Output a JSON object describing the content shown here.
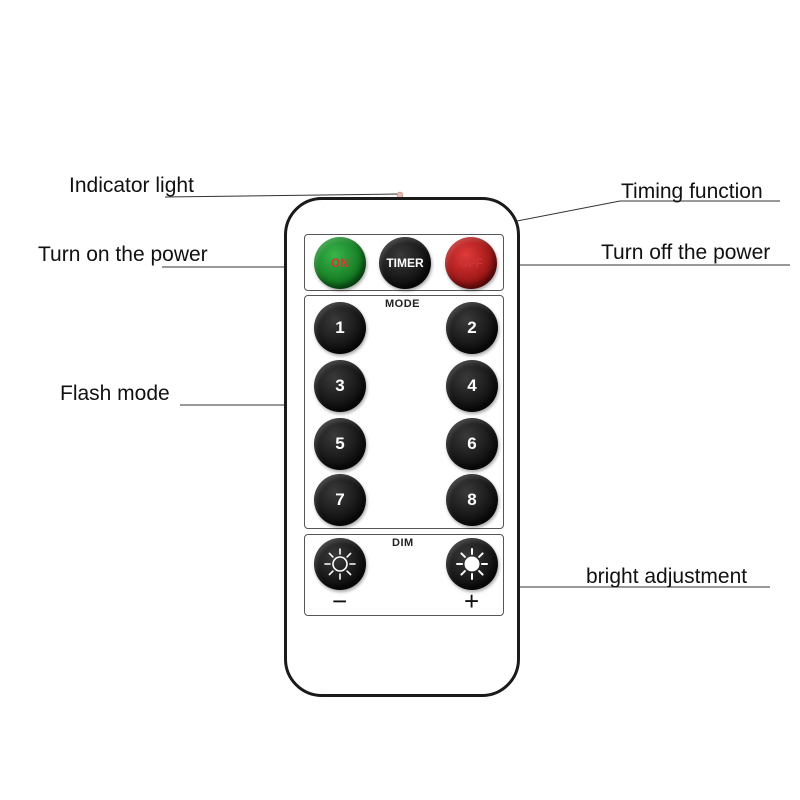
{
  "callouts": {
    "indicator_light": "Indicator light",
    "timing_function": "Timing function",
    "turn_on_power": "Turn on the power",
    "turn_off_power": "Turn off the power",
    "flash_mode": "Flash mode",
    "bright_adjustment": "bright adjustment"
  },
  "remote": {
    "power_buttons": {
      "on_label": "ON",
      "timer_label": "TIMER",
      "off_label": "OFF",
      "on_color": "#1a8f2a",
      "timer_color": "#111111",
      "off_color": "#c81d1d"
    },
    "mode_panel": {
      "title": "MODE",
      "buttons": [
        "1",
        "2",
        "3",
        "4",
        "5",
        "6",
        "7",
        "8"
      ]
    },
    "dim_panel": {
      "title": "DIM",
      "minus_sign": "−",
      "plus_sign": "+",
      "minus_icon": "sun-outline-icon",
      "plus_icon": "sun-filled-icon"
    }
  }
}
